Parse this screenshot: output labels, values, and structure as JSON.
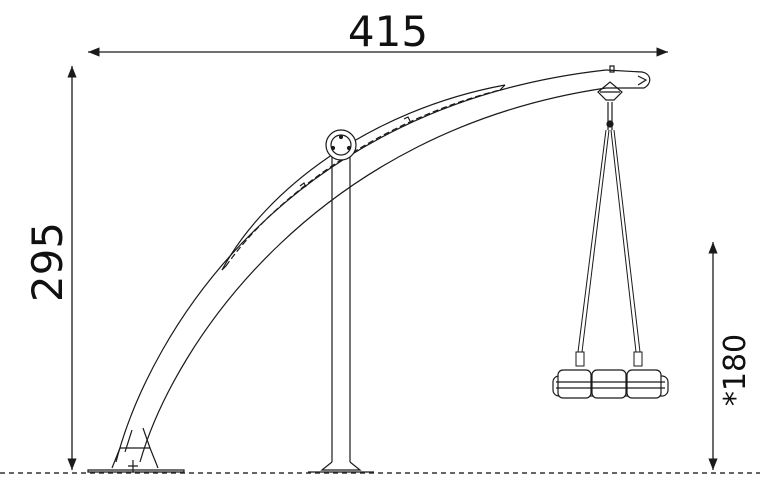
{
  "dimensions": {
    "width": "415",
    "height": "295",
    "seat_height": "*180"
  },
  "colors": {
    "line": "#1a1a1a",
    "ground": "#333333",
    "background": "#ffffff"
  }
}
